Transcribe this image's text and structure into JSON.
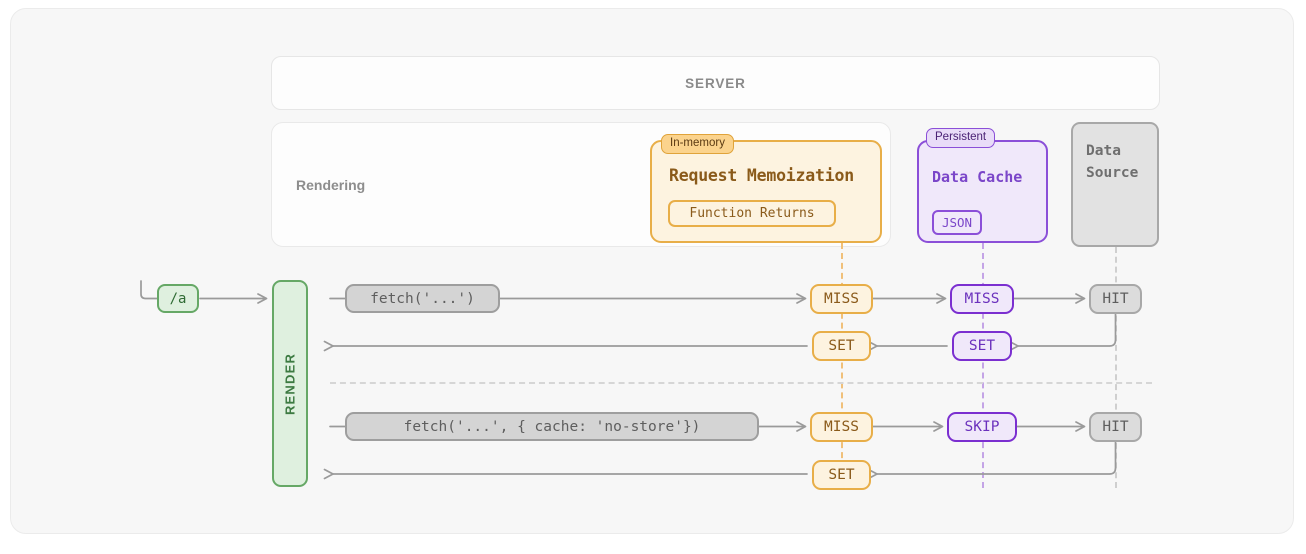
{
  "diagram": {
    "title_bar": {
      "label": "SERVER"
    },
    "rendering_panel": {
      "label": "Rendering"
    },
    "memoization": {
      "tag": "In-memory",
      "title": "Request Memoization",
      "chip": "Function Returns"
    },
    "data_cache": {
      "tag": "Persistent",
      "title": "Data Cache",
      "chip": "JSON"
    },
    "data_source": {
      "title": "Data\nSource"
    },
    "route": {
      "label": "/a"
    },
    "render_bar": {
      "label": "RENDER"
    },
    "flows": [
      {
        "id": "default-cache",
        "request_label": "fetch('...')",
        "memo_request": "MISS",
        "cache_request": "MISS",
        "source_request": "HIT",
        "memo_response": "SET",
        "cache_response": "SET"
      },
      {
        "id": "no-store",
        "request_label": "fetch('...', { cache: 'no-store'})",
        "memo_request": "MISS",
        "cache_request": "SKIP",
        "source_request": "HIT",
        "memo_response": "SET",
        "cache_response": null
      }
    ],
    "colors": {
      "page_background": "#ffffff",
      "frame_background": "#f7f7f7",
      "frame_border": "#ebebeb",
      "amber_border": "#e8ae48",
      "amber_fill": "#fdf3e0",
      "amber_text": "#8a5a1a",
      "amber_tag_fill": "#fbd38d",
      "violet_border": "#8b4fd8",
      "violet_fill": "#f0e8fa",
      "violet_text": "#7b46c9",
      "grey_border": "#a8a8a8",
      "grey_fill": "#dcdcdc",
      "grey_text": "#5e5e5e",
      "green_border": "#66a866",
      "green_fill": "#dff0df",
      "green_text": "#2f6b34",
      "arrow_stroke": "#9a9a9a",
      "lifeline_amber": "#f0c07a",
      "lifeline_violet": "#c4a4e6",
      "lifeline_grey": "#cfcfcf"
    }
  }
}
